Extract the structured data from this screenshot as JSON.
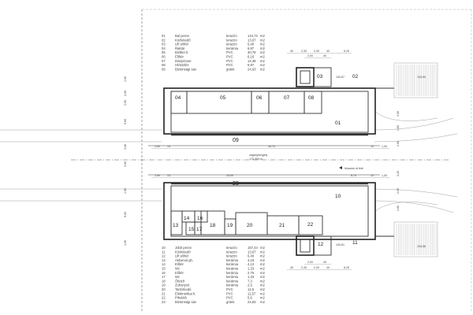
{
  "schedule_top": {
    "rows": [
      {
        "no": "01",
        "name": "Bal peron",
        "material": "terazzo",
        "area": "144,72",
        "unit": "m2"
      },
      {
        "no": "02",
        "name": "Közlekedő",
        "material": "terazzo",
        "area": "13,67",
        "unit": "m2"
      },
      {
        "no": "03",
        "name": "Lift előtér",
        "material": "terazzo",
        "area": "6,40",
        "unit": "m2"
      },
      {
        "no": "04",
        "name": "Raktár",
        "material": "kerámia",
        "area": "6,97",
        "unit": "m2"
      },
      {
        "no": "05",
        "name": "Biztber.h.",
        "material": "PVC",
        "area": "30,78",
        "unit": "m2"
      },
      {
        "no": "06",
        "name": "Előtér",
        "material": "PVC",
        "area": "6,16",
        "unit": "m2"
      },
      {
        "no": "07",
        "name": "Diszpécser",
        "material": "PVC",
        "area": "14,39",
        "unit": "m2"
      },
      {
        "no": "08",
        "name": "Hírközlés",
        "material": "PVC",
        "area": "6,97",
        "unit": "m2"
      },
      {
        "no": "09",
        "name": "Biztonsági sáv",
        "material": "gránit",
        "area": "24,63",
        "unit": "m2"
      }
    ]
  },
  "schedule_bottom": {
    "rows": [
      {
        "no": "10",
        "name": "Jobb peron",
        "material": "terazzo",
        "area": "157,44",
        "unit": "m2"
      },
      {
        "no": "11",
        "name": "Közlekedő",
        "material": "terazzo",
        "area": "13,67",
        "unit": "m2"
      },
      {
        "no": "12",
        "name": "Lift előtér",
        "material": "terazzo",
        "area": "6,40",
        "unit": "m2"
      },
      {
        "no": "13",
        "name": "Akkumul.gh.",
        "material": "kerámia",
        "area": "3,18",
        "unit": "m2"
      },
      {
        "no": "14",
        "name": "Előtér",
        "material": "kerámia",
        "area": "4,12",
        "unit": "m2"
      },
      {
        "no": "15",
        "name": "Wc",
        "material": "kerámia",
        "area": "1,33",
        "unit": "m2"
      },
      {
        "no": "16",
        "name": "Előtér",
        "material": "kerámia",
        "area": "2,75",
        "unit": "m2"
      },
      {
        "no": "17",
        "name": "Wc",
        "material": "kerámia",
        "area": "1,33",
        "unit": "m2"
      },
      {
        "no": "18",
        "name": "Öltöző",
        "material": "kerámia",
        "area": "7,3",
        "unit": "m2"
      },
      {
        "no": "19",
        "name": "Zuhanyzó",
        "material": "kerámia",
        "area": "2,5",
        "unit": "m2"
      },
      {
        "no": "20",
        "name": "Tartózkodó",
        "material": "PVC",
        "area": "12,5",
        "unit": "m2"
      },
      {
        "no": "21",
        "name": "Elektronikai h.",
        "material": "PVC",
        "area": "11,57",
        "unit": "m2"
      },
      {
        "no": "22",
        "name": "Pihuláló",
        "material": "PVC",
        "area": "5,6",
        "unit": "m2"
      },
      {
        "no": "23",
        "name": "Biztonsági sáv",
        "material": "gránit",
        "area": "24,63",
        "unit": "m2"
      }
    ]
  },
  "rooms": {
    "r01": "01",
    "r02": "02",
    "r03": "03",
    "r04": "04",
    "r05": "05",
    "r06": "06",
    "r07": "07",
    "r08": "08",
    "r09": "09",
    "r10": "10",
    "r11": "11",
    "r12": "12",
    "r13": "13",
    "r14": "14",
    "r15": "15",
    "r16": "16",
    "r17": "17",
    "r18": "18",
    "r19": "19",
    "r20": "20",
    "r21": "21",
    "r22": "22",
    "r23": "23"
  },
  "labels": {
    "track_top": "vágánytengely",
    "track_top_value": "176,350 m",
    "exit_right": "Moszkvi út felé",
    "lift_top_area": "100,67",
    "lift_bottom_area": "100,61",
    "stair_top_value": "104,90",
    "stair_bottom_value": "104,56"
  },
  "dims": {
    "top_chain": [
      "40",
      "2,30",
      "2,00",
      "40",
      "6,25"
    ],
    "top_chain_b": [
      "2,00",
      "40"
    ],
    "bottom_chain": [
      "40",
      "2,30",
      "2,00",
      "40",
      "6,25"
    ],
    "bottom_chain_b": [
      "2,00",
      "40"
    ],
    "left_top": [
      "4,00",
      "3,60",
      "3,00",
      "9,60",
      "3,60"
    ],
    "left_bottom": [
      "3,60",
      "4,50",
      "9,60",
      "4,00"
    ],
    "right_top": [
      "3,50",
      "1,00",
      "2,00"
    ],
    "right_bottom": [
      "3,20",
      "2,00",
      "1,60"
    ],
    "track_line_top": [
      "1,00",
      "13",
      "30,74",
      "13",
      "1,00"
    ],
    "track_line_bottom": [
      "1,00",
      "13",
      "24,00",
      "6,74",
      "13",
      "1,00"
    ]
  }
}
